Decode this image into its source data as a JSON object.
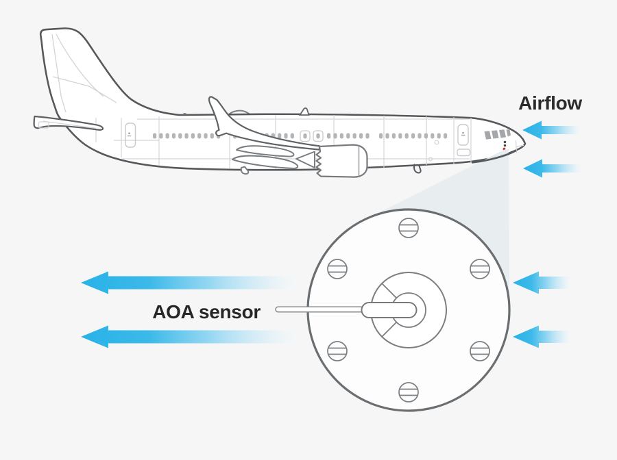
{
  "page": {
    "title": "AOA sensor airflow diagram",
    "background": "#f6f6f6"
  },
  "labels": {
    "airflow": "Airflow",
    "aoa_sensor": "AOA sensor"
  },
  "colors": {
    "arrow_blue": "#2bb4e8",
    "aircraft_outline": "#56585b",
    "plate_outline": "#6b6e71",
    "detail_line": "#d2d3d5",
    "window_fill": "#b3b5b7",
    "cockpit_fill": "#a4a6a9",
    "zoom_cone_fill": "#e6ebee",
    "sensor_dot_dark": "#46484a",
    "sensor_dot_red": "#c83232",
    "label_text": "#2b2b2b",
    "fill_white": "#ffffff"
  },
  "figure": {
    "nose_airflow_arrows": 2,
    "sensor_left_arrows": 2,
    "sensor_right_arrows": 2,
    "mounting_screws": 6,
    "nose_sensor_dots_dark": 2,
    "nose_sensor_dots_red": 1
  },
  "icons": {
    "airplane": "airplane-side-view",
    "arrow": "airflow-arrow-left",
    "closeup": "aoa-sensor-plate",
    "vane": "aoa-vane"
  }
}
